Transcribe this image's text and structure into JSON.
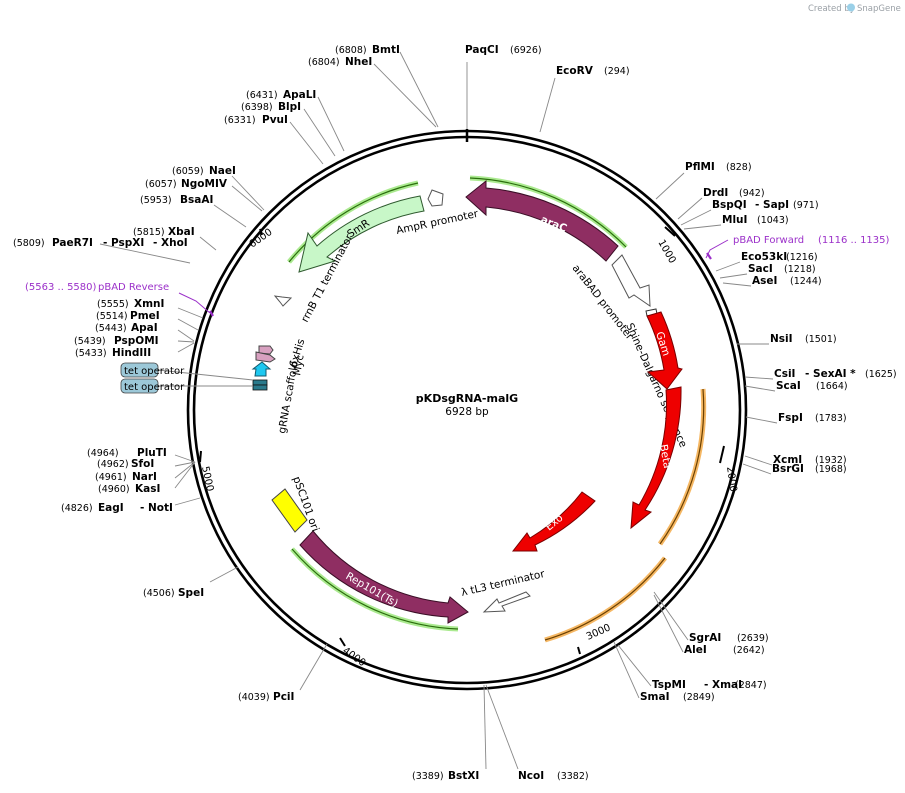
{
  "header": {
    "credit_label": "Created by",
    "brand": "SnapGene"
  },
  "plasmid": {
    "name": "pKDsgRNA-malG",
    "length_label": "6928 bp",
    "length": 6928
  },
  "colors": {
    "magenta_feature": "#8f2e62",
    "red_feature": "#ee0000",
    "smr_feature": "#c8f7c8",
    "rep_highlight": "#6fd03c",
    "orange_highlight": "#f2a53c",
    "primer": "#9b30c9",
    "yellow_ori": "#ffff00",
    "operator_tag": "#9cc8d8",
    "cyan_tag": "#1ec8f0"
  },
  "ticks": [
    "1000",
    "2000",
    "3000",
    "4000",
    "5000",
    "6000"
  ],
  "enzymes": [
    {
      "name": "PaqCI",
      "pos": "(6926)"
    },
    {
      "name": "EcoRV",
      "pos": "(294)"
    },
    {
      "name": "PflMI",
      "pos": "(828)"
    },
    {
      "name": "DrdI",
      "pos": "(942)"
    },
    {
      "name": "BspQI",
      "pos": ""
    },
    {
      "name": "- SapI",
      "pos": "(971)"
    },
    {
      "name": "MluI",
      "pos": "(1043)"
    },
    {
      "name": "Eco53kI",
      "pos": "(1216)"
    },
    {
      "name": "SacI",
      "pos": "(1218)"
    },
    {
      "name": "AseI",
      "pos": "(1244)"
    },
    {
      "name": "NsiI",
      "pos": "(1501)"
    },
    {
      "name": "CsiI",
      "pos": ""
    },
    {
      "name": "- SexAI *",
      "pos": "(1625)"
    },
    {
      "name": "ScaI",
      "pos": "(1664)"
    },
    {
      "name": "FspI",
      "pos": "(1783)"
    },
    {
      "name": "XcmI",
      "pos": "(1932)"
    },
    {
      "name": "BsrGI",
      "pos": "(1968)"
    },
    {
      "name": "SgrAI",
      "pos": "(2639)"
    },
    {
      "name": "AleI",
      "pos": "(2642)"
    },
    {
      "name": "TspMI",
      "pos": ""
    },
    {
      "name": "- XmaI",
      "pos": "(2847)"
    },
    {
      "name": "SmaI",
      "pos": "(2849)"
    },
    {
      "name": "NcoI",
      "pos": "(3382)"
    },
    {
      "name": "BstXI",
      "pos": "(3389)"
    },
    {
      "name": "PciI",
      "pos": "(4039)"
    },
    {
      "name": "SpeI",
      "pos": "(4506)"
    },
    {
      "name": "EagI",
      "pos": "(4826)"
    },
    {
      "name": "- NotI",
      "pos": ""
    },
    {
      "name": "KasI",
      "pos": "(4960)"
    },
    {
      "name": "NarI",
      "pos": "(4961)"
    },
    {
      "name": "SfoI",
      "pos": "(4962)"
    },
    {
      "name": "PluTI",
      "pos": "(4964)"
    },
    {
      "name": "HindIII",
      "pos": "(5433)"
    },
    {
      "name": "PspOMI",
      "pos": "(5439)"
    },
    {
      "name": "ApaI",
      "pos": "(5443)"
    },
    {
      "name": "PmeI",
      "pos": "(5514)"
    },
    {
      "name": "XmnI",
      "pos": "(5555)"
    },
    {
      "name": "PaeR7I",
      "pos": "(5809)"
    },
    {
      "name": "- PspXI",
      "pos": ""
    },
    {
      "name": "- XhoI",
      "pos": ""
    },
    {
      "name": "XbaI",
      "pos": "(5815)"
    },
    {
      "name": "BsaAI",
      "pos": "(5953)"
    },
    {
      "name": "NgoMIV",
      "pos": "(6057)"
    },
    {
      "name": "NaeI",
      "pos": "(6059)"
    },
    {
      "name": "PvuI",
      "pos": "(6331)"
    },
    {
      "name": "BlpI",
      "pos": "(6398)"
    },
    {
      "name": "ApaLI",
      "pos": "(6431)"
    },
    {
      "name": "NheI",
      "pos": "(6804)"
    },
    {
      "name": "BmtI",
      "pos": "(6808)"
    }
  ],
  "primers": [
    {
      "name": "pBAD Forward",
      "range": "(1116 .. 1135)"
    },
    {
      "name": "pBAD Reverse",
      "range": "(5563 .. 5580)"
    }
  ],
  "features": {
    "araC": "araC",
    "gam": "Gam",
    "beta": "Beta",
    "exo": "Exo",
    "rep": "Rep101(Ts)",
    "smr": "SmR",
    "ampr_promoter": "AmpR promoter",
    "arabad_promoter": "araBAD promoter",
    "shine": "Shine-Dalgarno sequence",
    "tl3": "λ tL3 terminator",
    "psc101": "pSC101 ori",
    "rrnb": "rrnB T1 terminator",
    "sixhis": "6xHis",
    "myc": "Myc",
    "grna": "gRNA scaffold",
    "tet1": "tet operator",
    "tet2": "tet operator"
  }
}
